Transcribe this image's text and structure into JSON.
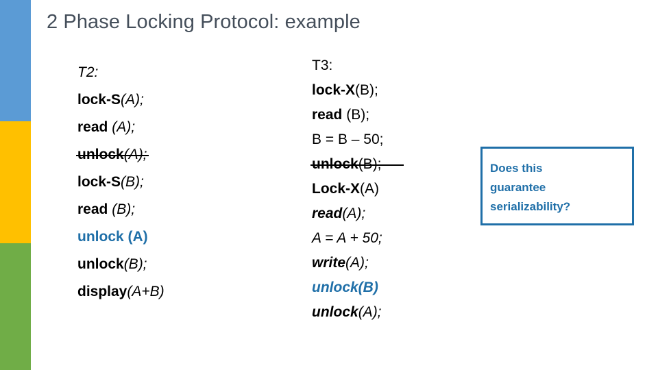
{
  "slide": {
    "title": "2 Phase Locking Protocol: example",
    "title_color": "#444e5a",
    "background": "#ffffff"
  },
  "accent_bar": {
    "name": "left-accent-bar",
    "segments": [
      {
        "name": "blue",
        "color": "#5b9bd5"
      },
      {
        "name": "yellow",
        "color": "#ffc000"
      },
      {
        "name": "green",
        "color": "#70ad47"
      }
    ]
  },
  "highlight_color": "#1f6fa8",
  "transactions": [
    {
      "id": "T2",
      "header": "T2:",
      "lines": [
        {
          "text": "T2:",
          "style": "italic",
          "struck": false,
          "color": "#000000"
        },
        {
          "text": "lock-S(A);",
          "style": "bold-mixed",
          "struck": false,
          "color": "#000000"
        },
        {
          "text": "read (A);",
          "style": "bold-mixed",
          "struck": false,
          "color": "#000000"
        },
        {
          "text": "unlock(A);",
          "style": "bold-mixed",
          "struck": true,
          "color": "#000000"
        },
        {
          "text": "lock-S(B);",
          "style": "bold-mixed",
          "struck": false,
          "color": "#000000"
        },
        {
          "text": "read (B);",
          "style": "bold-mixed",
          "struck": false,
          "color": "#000000"
        },
        {
          "text": "unlock (A)",
          "style": "bold",
          "struck": false,
          "color": "#1f6fa8"
        },
        {
          "text": "unlock(B);",
          "style": "bold-mixed",
          "struck": false,
          "color": "#000000"
        },
        {
          "text": "display(A+B)",
          "style": "bold-mixed",
          "struck": false,
          "color": "#000000"
        }
      ]
    },
    {
      "id": "T3",
      "header": "T3:",
      "lines": [
        {
          "text": "T3:",
          "style": "regular",
          "struck": false,
          "color": "#000000"
        },
        {
          "text": "lock-X(B);",
          "style": "bold-mixed",
          "struck": false,
          "color": "#000000"
        },
        {
          "text": "read (B);",
          "style": "bold-mixed",
          "struck": false,
          "color": "#000000"
        },
        {
          "text": "B = B – 50;",
          "style": "regular",
          "struck": false,
          "color": "#000000"
        },
        {
          "text": "unlock(B);",
          "style": "bold-mixed",
          "struck": true,
          "color": "#000000"
        },
        {
          "text": "Lock-X(A)",
          "style": "bold-mixed",
          "struck": false,
          "color": "#000000"
        },
        {
          "text": "read(A);",
          "style": "bold-italic",
          "struck": false,
          "color": "#000000"
        },
        {
          "text": "A = A + 50;",
          "style": "italic",
          "struck": false,
          "color": "#000000"
        },
        {
          "text": "write(A);",
          "style": "bold-italic",
          "struck": false,
          "color": "#000000"
        },
        {
          "text": "unlock(B)",
          "style": "bold-italic",
          "struck": false,
          "color": "#1f6fa8"
        },
        {
          "text": "unlock(A);",
          "style": "bold-italic",
          "struck": false,
          "color": "#000000"
        }
      ]
    }
  ],
  "t2": {
    "l0_a": "T2",
    "l0_b": ":",
    "l1_a": "lock-S",
    "l1_b": "(A);",
    "l2_a": "read ",
    "l2_b": "(A);",
    "l3_a": "unlock",
    "l3_b": "(A);",
    "l4_a": "lock-S",
    "l4_b": "(B);",
    "l5_a": "read ",
    "l5_b": "(B);",
    "l6_a": "unlock (A)",
    "l7_a": "unlock",
    "l7_b": "(B);",
    "l8_a": "display",
    "l8_b": "(A+B)"
  },
  "t3": {
    "l0_a": "T3:",
    "l1_a": "lock-X",
    "l1_b": "(B);",
    "l2_a": "read ",
    "l2_b": "(B);",
    "l3_a": "B = B – 50;",
    "l4_a": "unlock",
    "l4_b": "(B);",
    "l5_a": "Lock-X",
    "l5_b": "(A)",
    "l6_a": "read",
    "l6_b": "(A);",
    "l7_a": "A = A + 50;",
    "l8_a": "write",
    "l8_b": "(A);",
    "l9_a": "unlock(B)",
    "l10_a": "unlock",
    "l10_b": "(A);"
  },
  "callout": {
    "text": "Does this guarantee serializability?",
    "line1": "Does this",
    "line2": "guarantee",
    "line3": "serializability?",
    "border_color": "#1f6fa8",
    "text_color": "#1f6fa8"
  }
}
